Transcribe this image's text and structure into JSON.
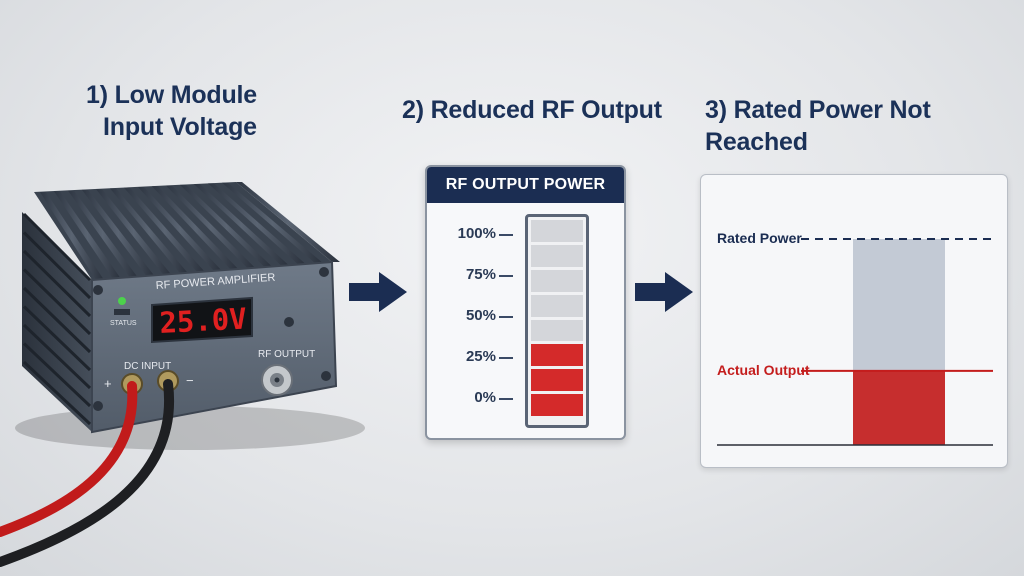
{
  "headings": {
    "step1_line1": "1) Low Module",
    "step1_line2": "Input Voltage",
    "step2": "2) Reduced RF Output",
    "step3": "3) Rated Power Not Reached"
  },
  "device": {
    "name_label": "RF POWER AMPLIFIER",
    "display_value": "25.0V",
    "status_label": "STATUS",
    "dc_input_label": "DC INPUT",
    "plus_sign": "+",
    "minus_sign": "−",
    "rf_output_label": "RF OUTPUT",
    "display_color": "#e02020",
    "status_led_color": "#4cd24c"
  },
  "rf_meter": {
    "title": "RF OUTPUT POWER",
    "ticks": [
      "100%",
      "75%",
      "50%",
      "25%",
      "0%"
    ],
    "total_segments": 8,
    "lit_segments": 3,
    "lit_color": "#d42a2a",
    "unlit_color": "#d4d6da"
  },
  "chart_data": {
    "type": "bar",
    "labels": {
      "rated": "Rated Power",
      "actual": "Actual Output"
    },
    "rated_level": 1.0,
    "actual_level": 0.36,
    "rated_color": "#c3cad5",
    "actual_color": "#c62e2e"
  },
  "colors": {
    "navy": "#1b2d52",
    "red": "#d42a2a"
  }
}
